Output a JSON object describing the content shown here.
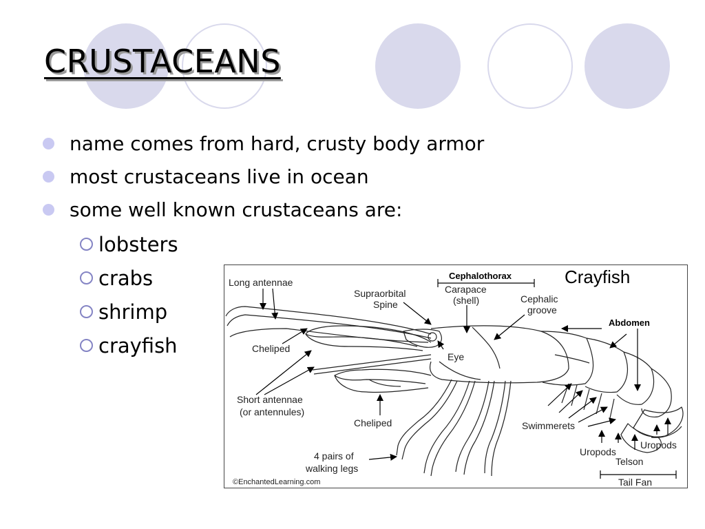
{
  "slide": {
    "title": "CRUSTACEANS",
    "bullets": [
      "name comes from hard, crusty body armor",
      "most crustaceans live in ocean",
      "some well known crustaceans are:"
    ],
    "sub_bullets": [
      "lobsters",
      "crabs",
      "shrimp",
      "crayfish"
    ]
  },
  "diagram": {
    "title": "Crayfish",
    "labels": {
      "long_antennae": "Long antennae",
      "cephalothorax": "Cephalothorax",
      "supraorbital_1": "Supraorbital",
      "supraorbital_2": "Spine",
      "carapace_1": "Carapace",
      "carapace_2": "(shell)",
      "cephalic_1": "Cephalic",
      "cephalic_2": "groove",
      "abdomen": "Abdomen",
      "cheliped_top": "Cheliped",
      "eye": "Eye",
      "short_antennae_1": "Short antennae",
      "short_antennae_2": "(or antennules)",
      "cheliped_bottom": "Cheliped",
      "swimmerets": "Swimmerets",
      "walking_legs_1": "4 pairs of",
      "walking_legs_2": "walking legs",
      "uropods_left": "Uropods",
      "uropods_right": "Uropods",
      "telson": "Telson",
      "tail_fan": "Tail Fan",
      "copyright": "©EnchantedLearning.com"
    }
  },
  "colors": {
    "decor_circle": "#d9d9ec",
    "bullet_fill": "#c9c9f2",
    "sub_bullet_ring": "#8484c4"
  }
}
